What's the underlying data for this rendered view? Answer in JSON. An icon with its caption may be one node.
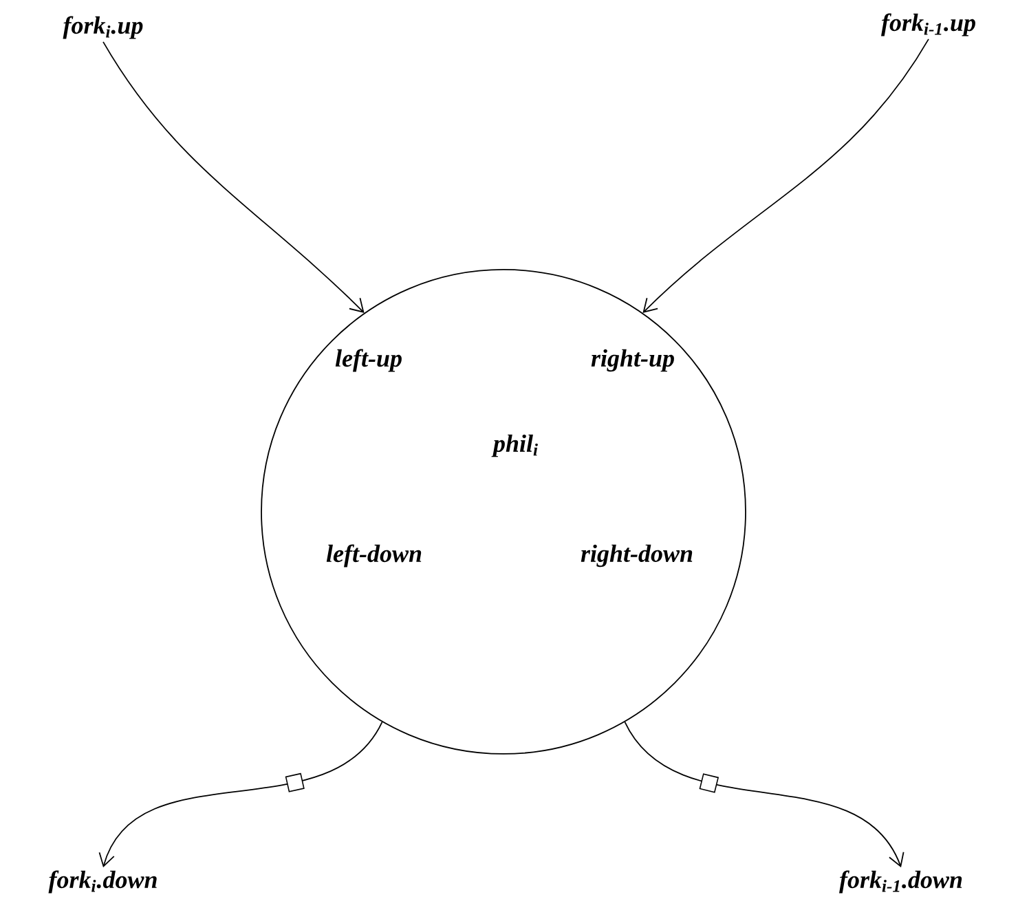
{
  "diagram": {
    "nodes": [
      {
        "text": [
          "fork$_{i}$.up"
        ]
      },
      {
        "text": [
          "fork$_{i-1}$.up"
        ]
      },
      {
        "text": [
          "left-up",
          "right-up",
          "phil$_{i}$",
          "left-down",
          "right-down"
        ]
      },
      {
        "text": [
          "fork$_{i}$.down"
        ]
      },
      {
        "text": [
          "fork$_{i-1}$.down"
        ]
      }
    ],
    "edges": [
      {
        "from": 0,
        "to": 2,
        "arrow": "to"
      },
      {
        "from": 1,
        "to": 2,
        "arrow": "to"
      },
      {
        "from": 2,
        "to": 3,
        "arrow": "to"
      },
      {
        "from": 2,
        "to": 4,
        "arrow": "to"
      }
    ]
  }
}
